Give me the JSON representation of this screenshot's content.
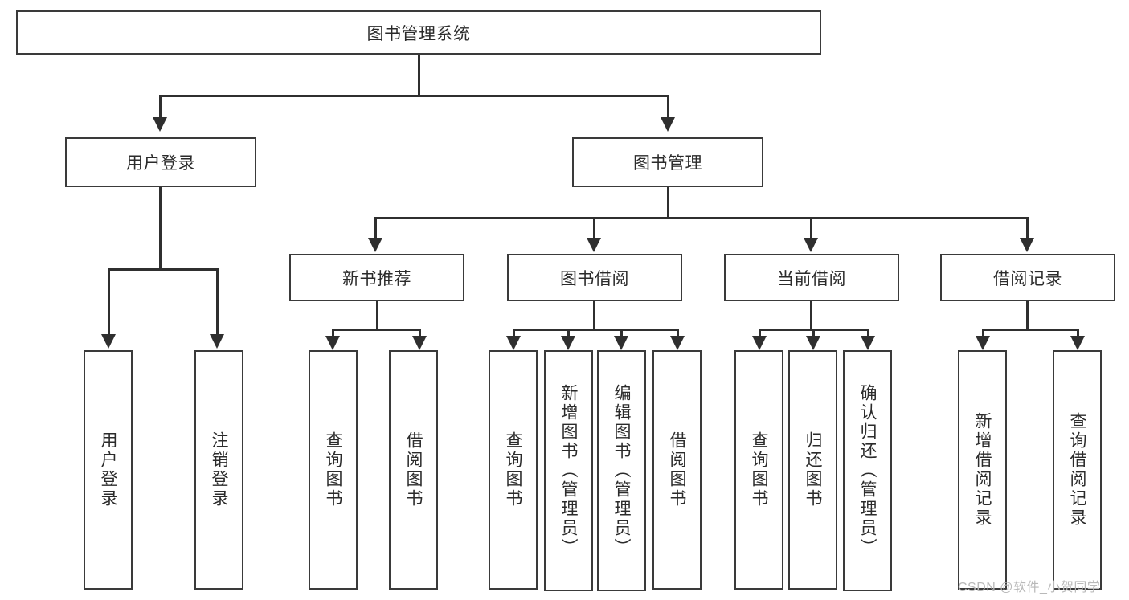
{
  "diagram": {
    "type": "hierarchy-tree",
    "title": "图书管理系统",
    "root": {
      "label": "图书管理系统",
      "orientation": "horizontal"
    },
    "level1": [
      {
        "label": "用户登录",
        "orientation": "horizontal"
      },
      {
        "label": "图书管理",
        "orientation": "horizontal"
      }
    ],
    "level2": [
      {
        "label": "新书推荐",
        "orientation": "horizontal",
        "parent": "图书管理"
      },
      {
        "label": "图书借阅",
        "orientation": "horizontal",
        "parent": "图书管理"
      },
      {
        "label": "当前借阅",
        "orientation": "horizontal",
        "parent": "图书管理"
      },
      {
        "label": "借阅记录",
        "orientation": "horizontal",
        "parent": "图书管理"
      }
    ],
    "leaves": {
      "user_login": [
        {
          "label": "用户登录",
          "orientation": "vertical"
        },
        {
          "label": "注销登录",
          "orientation": "vertical"
        }
      ],
      "new_book_recommend": [
        {
          "label": "查询图书",
          "orientation": "vertical"
        },
        {
          "label": "借阅图书",
          "orientation": "vertical"
        }
      ],
      "book_borrow": [
        {
          "label": "查询图书",
          "orientation": "vertical"
        },
        {
          "label": "新增图书（管理员）",
          "orientation": "vertical"
        },
        {
          "label": "编辑图书（管理员）",
          "orientation": "vertical"
        },
        {
          "label": "借阅图书",
          "orientation": "vertical"
        }
      ],
      "current_borrow": [
        {
          "label": "查询图书",
          "orientation": "vertical"
        },
        {
          "label": "归还图书",
          "orientation": "vertical"
        },
        {
          "label": "确认归还（管理员）",
          "orientation": "vertical"
        }
      ],
      "borrow_record": [
        {
          "label": "新增借阅记录",
          "orientation": "vertical"
        },
        {
          "label": "查询借阅记录",
          "orientation": "vertical"
        }
      ]
    }
  },
  "watermark": {
    "text": "CSDN @软件_小贺同学"
  },
  "colors": {
    "box_border": "#3a3a3a",
    "connector": "#2f2f2f",
    "text": "#2b2b2b",
    "background": "#ffffff",
    "watermark": "#b9b9b9"
  }
}
